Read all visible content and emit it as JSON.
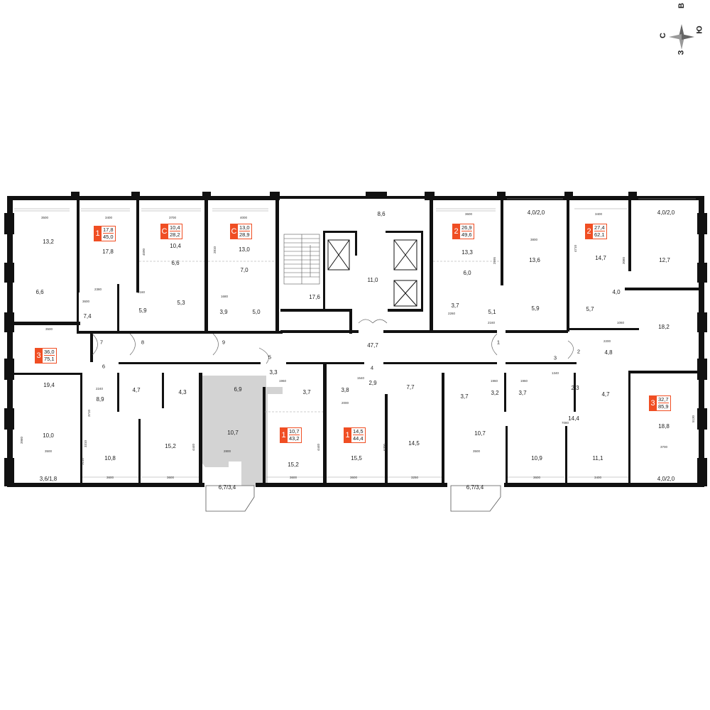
{
  "compass": {
    "n": "С",
    "e": "В",
    "s": "Ю",
    "w": "З"
  },
  "colors": {
    "accent": "#f04e23",
    "wall": "#111111",
    "highlight": "#d3d3d3",
    "stair_hatch": "#555555"
  },
  "apartments": [
    {
      "id": "apt-1",
      "rooms": "1",
      "living": "17,8",
      "total": "45,0"
    },
    {
      "id": "apt-2",
      "rooms": "С",
      "living": "10,4",
      "total": "28,2"
    },
    {
      "id": "apt-3",
      "rooms": "С",
      "living": "13,0",
      "total": "28,9"
    },
    {
      "id": "apt-4",
      "rooms": "2",
      "living": "26,9",
      "total": "49,6"
    },
    {
      "id": "apt-5",
      "rooms": "2",
      "living": "27,4",
      "total": "62,1"
    },
    {
      "id": "apt-6",
      "rooms": "3",
      "living": "36,0",
      "total": "75,1"
    },
    {
      "id": "apt-7",
      "rooms": "1",
      "living": "10,7",
      "total": "43,2"
    },
    {
      "id": "apt-8",
      "rooms": "1",
      "living": "14,5",
      "total": "44,4"
    },
    {
      "id": "apt-9",
      "rooms": "3",
      "living": "32,7",
      "total": "85,9"
    }
  ],
  "room_areas": [
    "13,2",
    "17,8",
    "10,4",
    "6,6",
    "13,0",
    "7,0",
    "8,6",
    "11,0",
    "17,6",
    "13,3",
    "6,0",
    "13,6",
    "4,0/2,0",
    "14,7",
    "12,7",
    "4,0/2,0",
    "6,6",
    "7,4",
    "5,9",
    "5,3",
    "3,9",
    "5,0",
    "3,7",
    "5,1",
    "5,9",
    "5,7",
    "4,0",
    "18,2",
    "4,8",
    "47,7",
    "19,4",
    "8,9",
    "10,0",
    "3,6/1,8",
    "4,7",
    "4,3",
    "6,9",
    "3,3",
    "3,7",
    "3,8",
    "2,9",
    "7,7",
    "3,7",
    "3,2",
    "3,7",
    "2,3",
    "4,7",
    "10,8",
    "15,2",
    "10,7",
    "15,2",
    "15,5",
    "14,5",
    "10,7",
    "10,9",
    "11,1",
    "14,4",
    "18,8",
    "6,7/3,4",
    "6,7/3,4",
    "4,0/2,0"
  ],
  "door_numbers": [
    "7",
    "8",
    "9",
    "1",
    "2",
    "3",
    "4",
    "5",
    "6"
  ],
  "dimensions": [
    "3500",
    "3400",
    "3700",
    "4000",
    "3600",
    "3400",
    "3800",
    "2380",
    "2160",
    "1680",
    "3600",
    "2260",
    "2160",
    "3500",
    "2240",
    "3500",
    "3600",
    "3600",
    "2800",
    "3600",
    "3600",
    "3250",
    "3500",
    "3600",
    "3400",
    "3700",
    "1960",
    "1960",
    "1540",
    "1960",
    "1340",
    "2000",
    "7080",
    "1060",
    "2200",
    "3710",
    "3960",
    "4590",
    "4710",
    "2595",
    "3080",
    "2810",
    "3310",
    "3110",
    "4440",
    "4440",
    "6300",
    "5130"
  ]
}
